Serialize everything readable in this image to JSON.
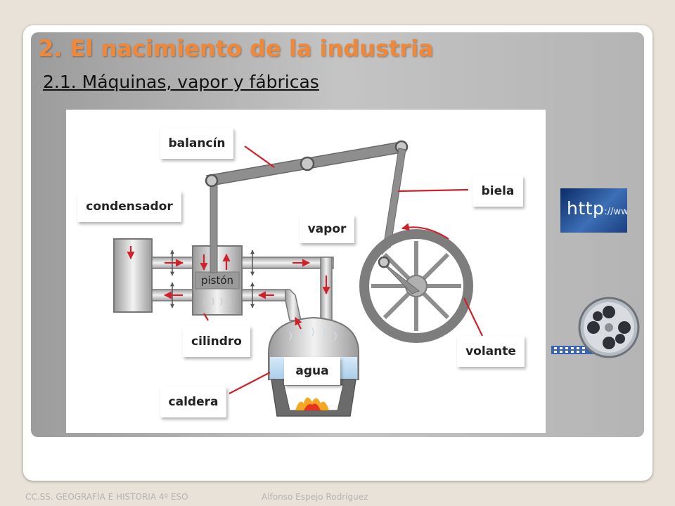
{
  "slide": {
    "title": "2. El nacimiento de la industria",
    "subtitle": "2.1. Máquinas, vapor y fábricas"
  },
  "diagram": {
    "labels": {
      "balancin": "balancín",
      "biela": "biela",
      "condensador": "condensador",
      "vapor": "vapor",
      "piston": "pistón",
      "cilindro": "cilindro",
      "agua": "agua",
      "volante": "volante",
      "caldera": "caldera"
    }
  },
  "links": {
    "http_icon": {
      "icon": "http-link-icon",
      "text": "http",
      "tail": "://www"
    },
    "video_icon": {
      "icon": "film-reel-icon"
    }
  },
  "footer": {
    "left": "CC.SS. GEOGRAFÍA E HISTORIA 4º ESO",
    "right": "Alfonso Espejo Rodríguez"
  },
  "colors": {
    "title": "#f0883a",
    "arrow": "#d0202a",
    "metal": "#8e8e8e"
  }
}
